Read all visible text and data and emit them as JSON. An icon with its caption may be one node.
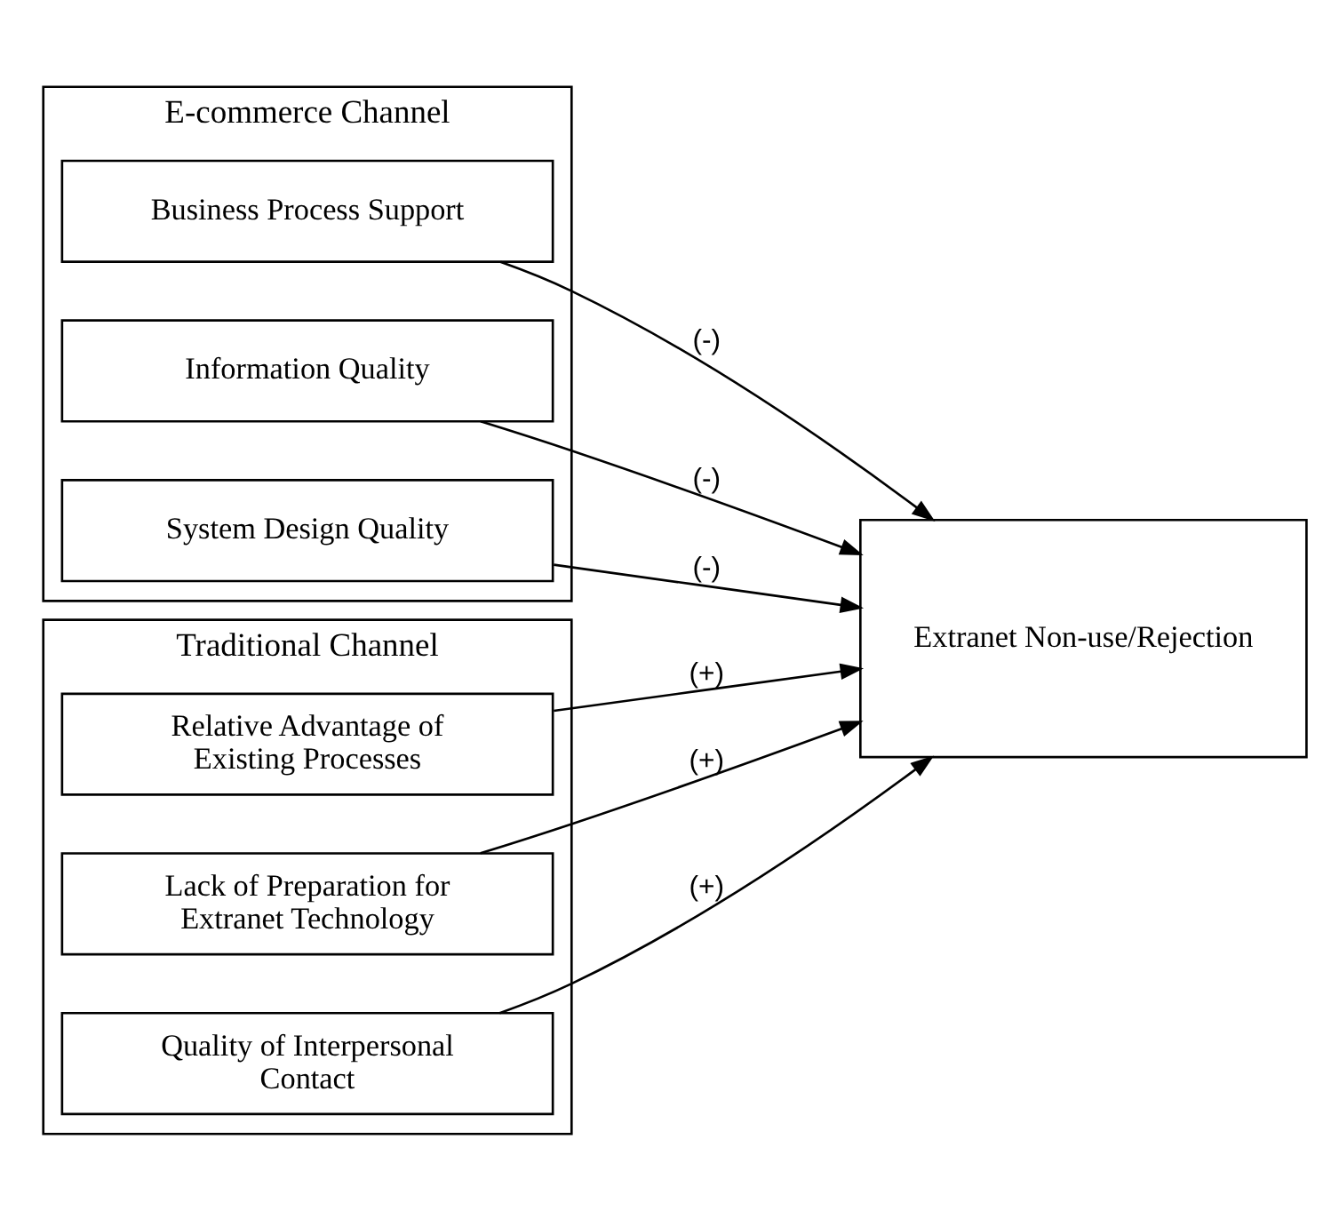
{
  "diagram": {
    "nodes": [
      {
        "text": [
          "E-commerce Channel"
        ]
      },
      {
        "text": [
          "Business Process Support"
        ],
        "in": 0
      },
      {
        "text": [
          "Information Quality"
        ],
        "in": 0
      },
      {
        "text": [
          "System Design Quality"
        ],
        "in": 0
      },
      {
        "text": [
          "Traditional Channel"
        ]
      },
      {
        "text": [
          "Relative Advantage of Existing Processes"
        ],
        "in": 4
      },
      {
        "text": [
          "Lack of Preparation for Extranet Technology"
        ],
        "in": 4
      },
      {
        "text": [
          "Quality of Interpersonal Contact"
        ],
        "in": 4
      },
      {
        "text": [
          "Extranet Non-use/Rejection"
        ]
      }
    ],
    "edges": [
      {
        "from": 1,
        "to": 8,
        "arrow": "to",
        "label": "(-)"
      },
      {
        "from": 2,
        "to": 8,
        "arrow": "to",
        "label": "(-)"
      },
      {
        "from": 3,
        "to": 8,
        "arrow": "to",
        "label": "(-)"
      },
      {
        "from": 5,
        "to": 8,
        "arrow": "to",
        "label": "(+)"
      },
      {
        "from": 6,
        "to": 8,
        "arrow": "to",
        "label": "(+)"
      },
      {
        "from": 7,
        "to": 8,
        "arrow": "to",
        "label": "(+)"
      }
    ]
  }
}
